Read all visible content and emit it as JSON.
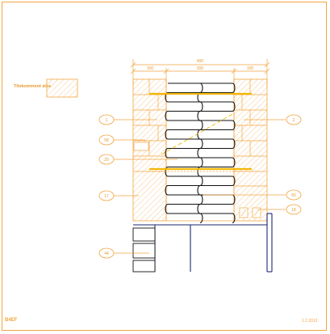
{
  "colors": {
    "orange": "#f2a541",
    "navy": "#1c2a6e",
    "black": "#111111",
    "yellow": "#f2b705"
  },
  "legend": {
    "label": "Tilekomment alue"
  },
  "dims": {
    "total": "400",
    "left": "100",
    "middle": "200",
    "right": "100"
  },
  "callouts": {
    "c1": "1",
    "c2": "2",
    "c3": "58",
    "c4": "29",
    "c5": "17",
    "c6": "60",
    "c7": "18",
    "c8": "44"
  },
  "footer": {
    "left": "B4EF",
    "right": "1.2.2013"
  }
}
